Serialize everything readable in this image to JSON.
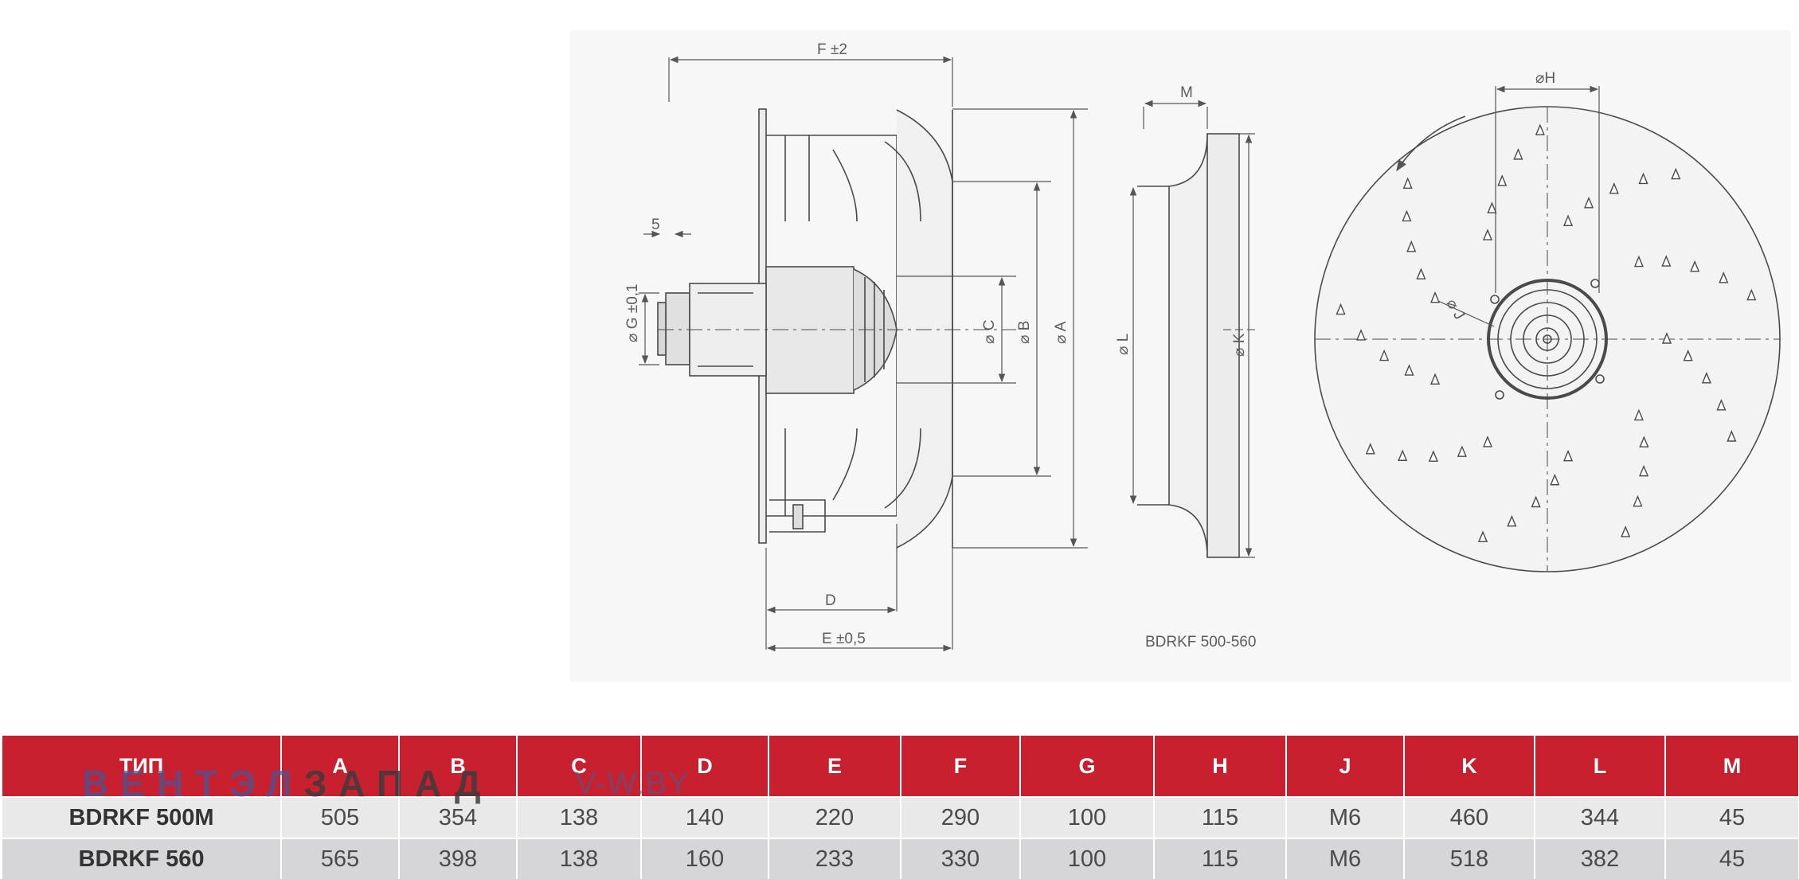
{
  "drawing": {
    "model_caption": "BDRKF 500-560",
    "dimension_labels": {
      "F": "F ±2",
      "five": "5",
      "G": "⌀ G ±0,1",
      "C": "⌀ C",
      "B": "⌀ B",
      "A": "⌀ A",
      "D": "D",
      "E": "E ±0,5",
      "M": "M",
      "L": "⌀ L",
      "K": "⌀ K",
      "H": "⌀H",
      "J": "⌀ J"
    }
  },
  "watermark": {
    "brand_part1": "ВЕНТЭЛ",
    "brand_part2": "ЗАПАД",
    "site": "V-W.BY"
  },
  "table": {
    "headers": [
      "ТИП",
      "A",
      "B",
      "C",
      "D",
      "E",
      "F",
      "G",
      "H",
      "J",
      "K",
      "L",
      "M"
    ],
    "rows": [
      [
        "BDRKF 500M",
        "505",
        "354",
        "138",
        "140",
        "220",
        "290",
        "100",
        "115",
        "M6",
        "460",
        "344",
        "45"
      ],
      [
        "BDRKF 560",
        "565",
        "398",
        "138",
        "160",
        "233",
        "330",
        "100",
        "115",
        "M6",
        "518",
        "382",
        "45"
      ]
    ]
  },
  "colors": {
    "header_red": "#c8202e",
    "row_light": "#e9e9ea",
    "row_dark": "#d6d6d8",
    "drawing_background": "#f7f7f7",
    "line": "#4a4a4a"
  }
}
